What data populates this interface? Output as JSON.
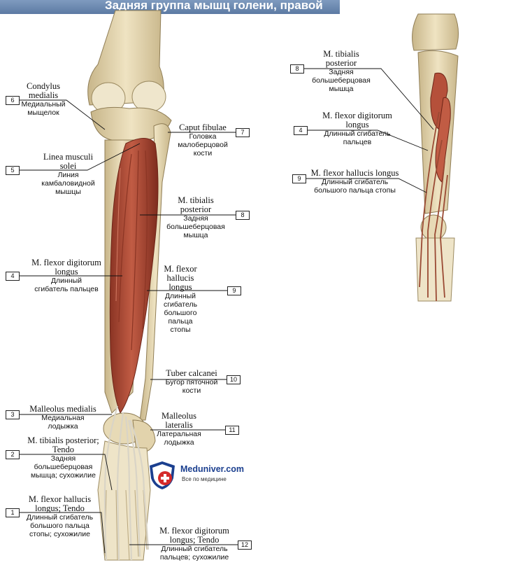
{
  "title": "Задняя группа мышц голени, правой",
  "watermark": {
    "name": "Meduniver.com",
    "tagline": "Все по медицине",
    "color": "#1b3f8f",
    "accent": "#d42a2a"
  },
  "colors": {
    "bone": "#e9dcb8",
    "bone_shade": "#c8b68a",
    "muscle": "#b5503a",
    "muscle_dark": "#7e2c1e",
    "tendon": "#e6e1d4"
  },
  "labels": [
    {
      "num": "6",
      "latin": "Condylus\nmedialis",
      "ru": "Медиальный\nмыщелок"
    },
    {
      "num": "5",
      "latin": "Linea musculi\nsolei",
      "ru": "Линия\nкамбаловидной\nмышцы"
    },
    {
      "num": "4",
      "latin": "M. flexor digitorum\nlongus",
      "ru": "Длинный\nсгибатель пальцев"
    },
    {
      "num": "3",
      "latin": "Malleolus medialis",
      "ru": "Медиальная\nлодыжка"
    },
    {
      "num": "2",
      "latin": "M. tibialis posterior;\nTendo",
      "ru": "Задняя\nбольшеберцовая\nмышца; сухожилие"
    },
    {
      "num": "1",
      "latin": "M. flexor hallucis\nlongus; Tendo",
      "ru": "Длинный сгибатель\nбольшого пальца\nстопы; сухожилие"
    },
    {
      "num": "7",
      "latin": "Caput fibulae",
      "ru": "Головка\nмалоберцовой\nкости"
    },
    {
      "num": "8",
      "latin": "M. tibialis\nposterior",
      "ru": "Задняя\nбольшеберцовая\nмышца"
    },
    {
      "num": "9",
      "latin": "M. flexor\nhallucis\nlongus",
      "ru": "Длинный\nсгибатель\nбольшого\nпальца\nстопы"
    },
    {
      "num": "10",
      "latin": "Tuber calcanei",
      "ru": "Бугор пяточной\nкости"
    },
    {
      "num": "11",
      "latin": "Malleolus\nlateralis",
      "ru": "Латеральная\nлодыжка"
    },
    {
      "num": "12",
      "latin": "M. flexor digitorum\nlongus; Tendo",
      "ru": "Длинный сгибатель\nпальцев; сухожилие"
    },
    {
      "num": "8",
      "latin": "M. tibialis\nposterior",
      "ru": "Задняя\nбольшеберцовая\nмышца"
    },
    {
      "num": "4",
      "latin": "M. flexor digitorum\nlongus",
      "ru": "Длинный сгибатель\nпальцев"
    },
    {
      "num": "9",
      "latin": "M. flexor hallucis longus",
      "ru": "Длинный сгибатель\nбольшого пальца стопы"
    }
  ]
}
